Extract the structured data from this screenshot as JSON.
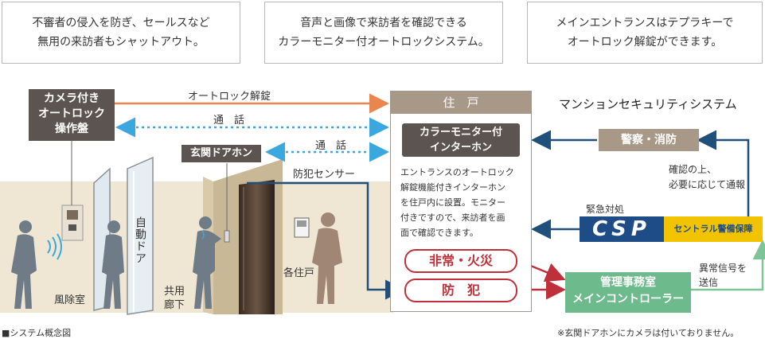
{
  "top_boxes": [
    {
      "line1": "不審者の侵入を防ぎ、セールスなど",
      "line2": "無用の来訪者もシャットアウト。"
    },
    {
      "line1": "音声と画像で来訪者を確認できる",
      "line2": "カラーモニター付オートロックシステム。"
    },
    {
      "line1": "メインエントランスはテプラキーで",
      "line2": "オートロック解錠ができます。"
    }
  ],
  "camera_panel": {
    "line1": "カメラ付き",
    "line2": "オートロック",
    "line3": "操作盤"
  },
  "door_phone": "玄関ドアホン",
  "arrows": {
    "autolock_unlock": "オートロック解錠",
    "call1": "通　話",
    "call2": "通　話",
    "security_sensor": "防犯センサー"
  },
  "dwelling": {
    "header": "住　戸",
    "monitor_line1": "カラーモニター付",
    "monitor_line2": "インターホン",
    "description": [
      "エントランスのオートロック",
      "解錠機能付きインターホン",
      "を住戸内に設置。モニター",
      "付きですので、来訪者を画",
      "面で確認できます。"
    ],
    "emergency": "非常・火災",
    "crime": "防　犯"
  },
  "mansion_title": "マンションセキュリティシステム",
  "police_fire": "警察・消防",
  "confirm_notify": [
    "確認の上、",
    "必要に応じて通報"
  ],
  "emergency_response": "緊急対処",
  "csp_logo": "CSP",
  "central_security": "セントラル警備保障",
  "abnormal_signal": [
    "異常信号を",
    "送信"
  ],
  "management": {
    "line1": "管理事務室",
    "line2": "メインコントローラー"
  },
  "scene_labels": {
    "windbreak": "風除室",
    "auto_door": "自動ドア",
    "corridor_line1": "共用",
    "corridor_line2": "廊下",
    "each_unit": "各住戸"
  },
  "footer_left": "■システム概念図",
  "footer_right": "※玄関ドアホンにカメラは付いておりません。",
  "colors": {
    "orange": "#e8864e",
    "blue_dotted": "#3aa8df",
    "navy": "#1f4f7a",
    "green": "#7fc497",
    "red": "#c0303a",
    "dark": "#5c5450",
    "tan": "#ede3cf"
  }
}
